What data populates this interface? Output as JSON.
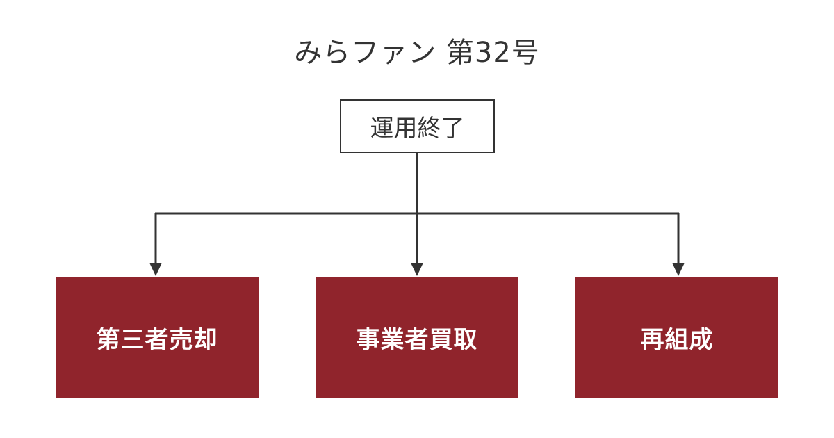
{
  "title": "みらファン 第32号",
  "root": {
    "label": "運用終了"
  },
  "children": [
    {
      "label": "第三者売却"
    },
    {
      "label": "事業者買取"
    },
    {
      "label": "再組成"
    }
  ],
  "colors": {
    "child_fill": "#90242c",
    "line": "#333333",
    "text_dark": "#333333",
    "text_light": "#ffffff"
  }
}
